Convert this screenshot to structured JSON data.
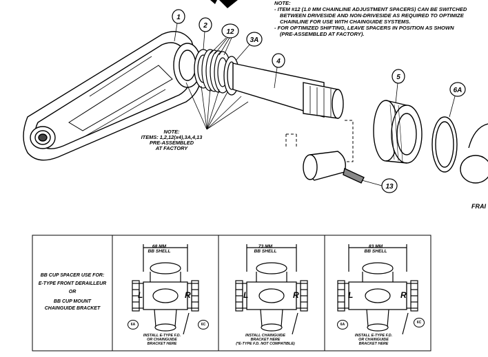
{
  "note": {
    "heading": "NOTE:",
    "lines": [
      "- ITEM #12 (1.0 MM CHAINLINE ADJUSTMENT SPACERS) CAN BE SWITCHED",
      "BETWEEN DRIVESIDE AND NON-DRIVESIDE AS REQUIRED TO OPTIMIZE",
      "CHAINLINE FOR USE WITH CHAINGUIDE SYSTEMS.",
      "- FOR OPTIMIZED SHIFTING, LEAVE SPACERS IN POSITION AS SHOWN",
      "(PRE-ASSEMBLED AT FACTORY)."
    ]
  },
  "preassembled_note": [
    "NOTE:",
    "ITEMS: 1,2,12(x4),3A,4,13",
    "PRE-ASSEMBLED",
    "AT FACTORY"
  ],
  "callouts": [
    "1",
    "2",
    "12",
    "3A",
    "4",
    "5",
    "6A",
    "13"
  ],
  "frame_label": "FRAI",
  "table": {
    "left_cell": [
      "BB CUP SPACER USE FOR:",
      "E-TYPE FRONT DERAILLEUR",
      "OR",
      "BB CUP MOUNT",
      "CHAINGUIDE BRACKET"
    ],
    "columns": [
      {
        "shell_top": "68 MM",
        "shell_bottom": "BB SHELL",
        "left_letter": "L",
        "right_letter": "R",
        "left_tag": "6A",
        "right_tag": "6C",
        "install": [
          "INSTALL E-TYPE F.D.",
          "OR CHAINGUIDE",
          "BRACKET HERE"
        ]
      },
      {
        "shell_top": "73 MM",
        "shell_bottom": "BB SHELL",
        "left_letter": "L",
        "right_letter": "R",
        "left_tag": "",
        "right_tag": "",
        "install": [
          "INSTALL CHAINGUIDE",
          "BRACKET HERE",
          "(*E-TYPE F.D. NOT COMPATIBLE)"
        ]
      },
      {
        "shell_top": "83 MM",
        "shell_bottom": "BB SHELL",
        "left_letter": "L",
        "right_letter": "R",
        "left_tag": "6A",
        "right_tag": "6C",
        "install": [
          "INSTALL E-TYPE F.D.",
          "OR CHAINGUIDE",
          "BRACKET HERE"
        ]
      }
    ]
  }
}
